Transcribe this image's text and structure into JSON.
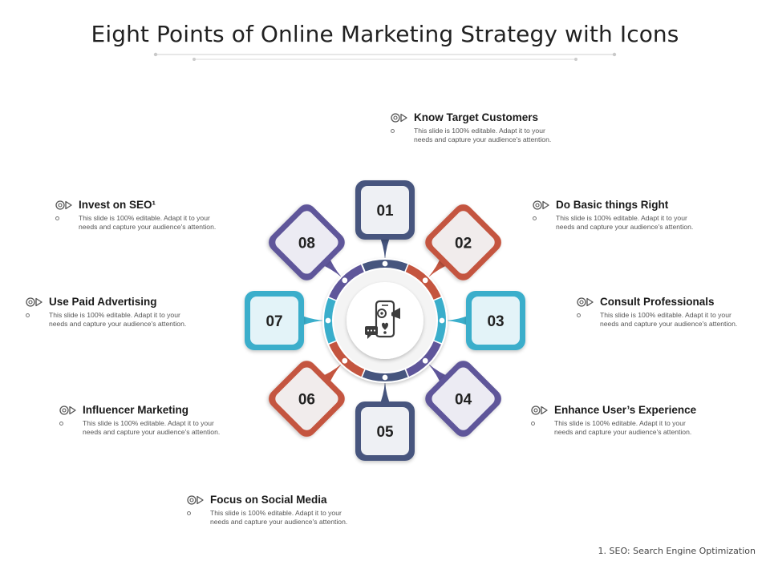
{
  "title": "Eight Points of Online Marketing Strategy with Icons",
  "footnote": "1. SEO: Search Engine Optimization",
  "colors": {
    "navy": "#46557e",
    "red": "#c4553f",
    "blue": "#3aaecb",
    "purple": "#5f569a",
    "ring_bg": "#e5e5e5"
  },
  "center_icon": "smartphone-marketing-icon",
  "bullet_icon": "eye-play-icon",
  "points": [
    {
      "number": "01",
      "title": "Know Target Customers",
      "desc": "This slide is 100% editable. Adapt it to your needs and capture your audience's attention."
    },
    {
      "number": "02",
      "title": "Do Basic things Right",
      "desc": "This slide is 100% editable. Adapt it to your needs and capture your audience's attention."
    },
    {
      "number": "03",
      "title": "Consult Professionals",
      "desc": "This slide is 100% editable. Adapt it to your needs and capture your audience's attention."
    },
    {
      "number": "04",
      "title": "Enhance User’s Experience",
      "desc": "This slide is 100% editable. Adapt it to your needs and capture your audience's attention."
    },
    {
      "number": "05",
      "title": "Focus on Social Media",
      "desc": "This slide is 100% editable. Adapt it to your needs and capture your audience's attention."
    },
    {
      "number": "06",
      "title": "Influencer Marketing",
      "desc": "This slide is 100% editable. Adapt it to your needs and capture your audience's attention."
    },
    {
      "number": "07",
      "title": "Use Paid Advertising",
      "desc": "This slide is 100% editable. Adapt it to your needs and capture your audience's attention."
    },
    {
      "number": "08",
      "title": "Invest on SEO¹",
      "desc": "This slide is 100% editable. Adapt it to your needs and capture your audience's attention."
    }
  ]
}
